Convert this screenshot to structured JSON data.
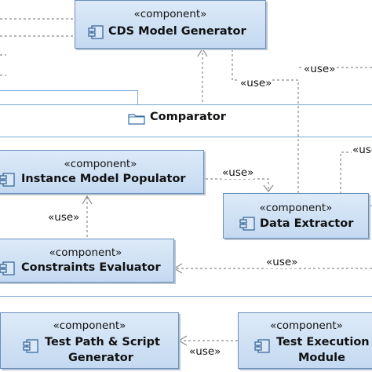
{
  "stereotype": "«component»",
  "dependency_label": "«use»",
  "package": {
    "name": "Comparator"
  },
  "components": {
    "cds_model_generator": {
      "name": "CDS Model Generator"
    },
    "instance_model_populator": {
      "name": "Instance Model Populator"
    },
    "data_extractor": {
      "name": "Data Extractor"
    },
    "constraints_evaluator": {
      "name": "Constraints Evaluator"
    },
    "test_path_script_generator": {
      "name_line1": "Test Path & Script",
      "name_line2": "Generator"
    },
    "test_execution_module": {
      "name_line1": "Test Execution",
      "name_line2": "Module"
    }
  },
  "colors": {
    "component_fill_top": "#ddeaf8",
    "component_fill_bottom": "#c4d9f1",
    "component_border": "#6a8fbd",
    "package_border": "#7aa6d6",
    "edge": "#8a8a8a"
  }
}
